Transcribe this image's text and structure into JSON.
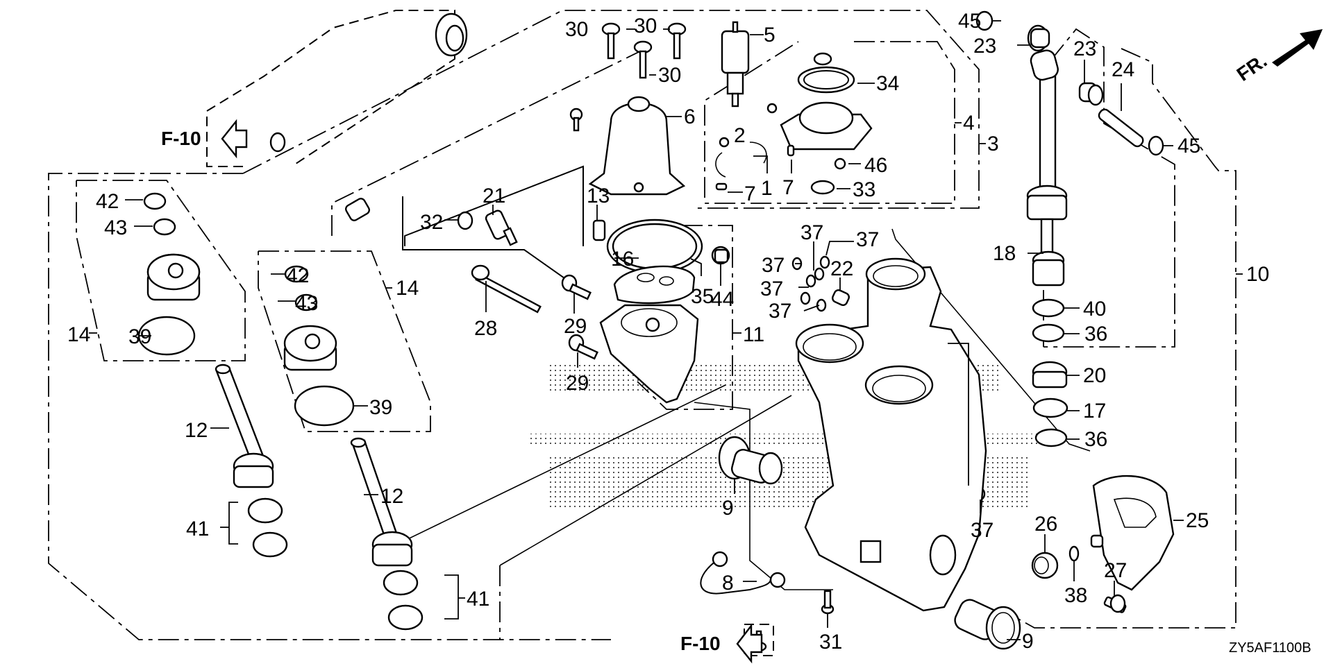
{
  "diagram": {
    "title": "Outboard power trim/tilt assembly exploded parts diagram",
    "drawing_code": "ZY5AF1100B",
    "direction_label": "FR.",
    "references": [
      {
        "label": "F-10",
        "direction": "left"
      },
      {
        "label": "F-10",
        "direction": "left"
      }
    ],
    "callouts": [
      {
        "id": "c1",
        "label": "1"
      },
      {
        "id": "c2",
        "label": "2"
      },
      {
        "id": "c3",
        "label": "3"
      },
      {
        "id": "c4",
        "label": "4"
      },
      {
        "id": "c5",
        "label": "5"
      },
      {
        "id": "c6",
        "label": "6"
      },
      {
        "id": "c7a",
        "label": "7"
      },
      {
        "id": "c7b",
        "label": "7"
      },
      {
        "id": "c8",
        "label": "8"
      },
      {
        "id": "c9a",
        "label": "9"
      },
      {
        "id": "c9b",
        "label": "9"
      },
      {
        "id": "c10",
        "label": "10"
      },
      {
        "id": "c11",
        "label": "11"
      },
      {
        "id": "c12a",
        "label": "12"
      },
      {
        "id": "c12b",
        "label": "12"
      },
      {
        "id": "c13",
        "label": "13"
      },
      {
        "id": "c14a",
        "label": "14"
      },
      {
        "id": "c14b",
        "label": "14"
      },
      {
        "id": "c16",
        "label": "16"
      },
      {
        "id": "c17",
        "label": "17"
      },
      {
        "id": "c18",
        "label": "18"
      },
      {
        "id": "c20",
        "label": "20"
      },
      {
        "id": "c21",
        "label": "21"
      },
      {
        "id": "c22",
        "label": "22"
      },
      {
        "id": "c23a",
        "label": "23"
      },
      {
        "id": "c23b",
        "label": "23"
      },
      {
        "id": "c24",
        "label": "24"
      },
      {
        "id": "c25",
        "label": "25"
      },
      {
        "id": "c26",
        "label": "26"
      },
      {
        "id": "c27",
        "label": "27"
      },
      {
        "id": "c28",
        "label": "28"
      },
      {
        "id": "c29a",
        "label": "29"
      },
      {
        "id": "c29b",
        "label": "29"
      },
      {
        "id": "c30a",
        "label": "30"
      },
      {
        "id": "c30b",
        "label": "30"
      },
      {
        "id": "c30c",
        "label": "30"
      },
      {
        "id": "c31",
        "label": "31"
      },
      {
        "id": "c32",
        "label": "32"
      },
      {
        "id": "c33",
        "label": "33"
      },
      {
        "id": "c34",
        "label": "34"
      },
      {
        "id": "c35",
        "label": "35"
      },
      {
        "id": "c36a",
        "label": "36"
      },
      {
        "id": "c36b",
        "label": "36"
      },
      {
        "id": "c37a",
        "label": "37"
      },
      {
        "id": "c37b",
        "label": "37"
      },
      {
        "id": "c37c",
        "label": "37"
      },
      {
        "id": "c37d",
        "label": "37"
      },
      {
        "id": "c37e",
        "label": "37"
      },
      {
        "id": "c37f",
        "label": "37"
      },
      {
        "id": "c38",
        "label": "38"
      },
      {
        "id": "c39a",
        "label": "39"
      },
      {
        "id": "c39b",
        "label": "39"
      },
      {
        "id": "c40",
        "label": "40"
      },
      {
        "id": "c41a",
        "label": "41"
      },
      {
        "id": "c41b",
        "label": "41"
      },
      {
        "id": "c42a",
        "label": "42"
      },
      {
        "id": "c42b",
        "label": "42"
      },
      {
        "id": "c43a",
        "label": "43"
      },
      {
        "id": "c43b",
        "label": "43"
      },
      {
        "id": "c44",
        "label": "44"
      },
      {
        "id": "c45a",
        "label": "45"
      },
      {
        "id": "c45b",
        "label": "45"
      },
      {
        "id": "c46",
        "label": "46"
      }
    ]
  }
}
